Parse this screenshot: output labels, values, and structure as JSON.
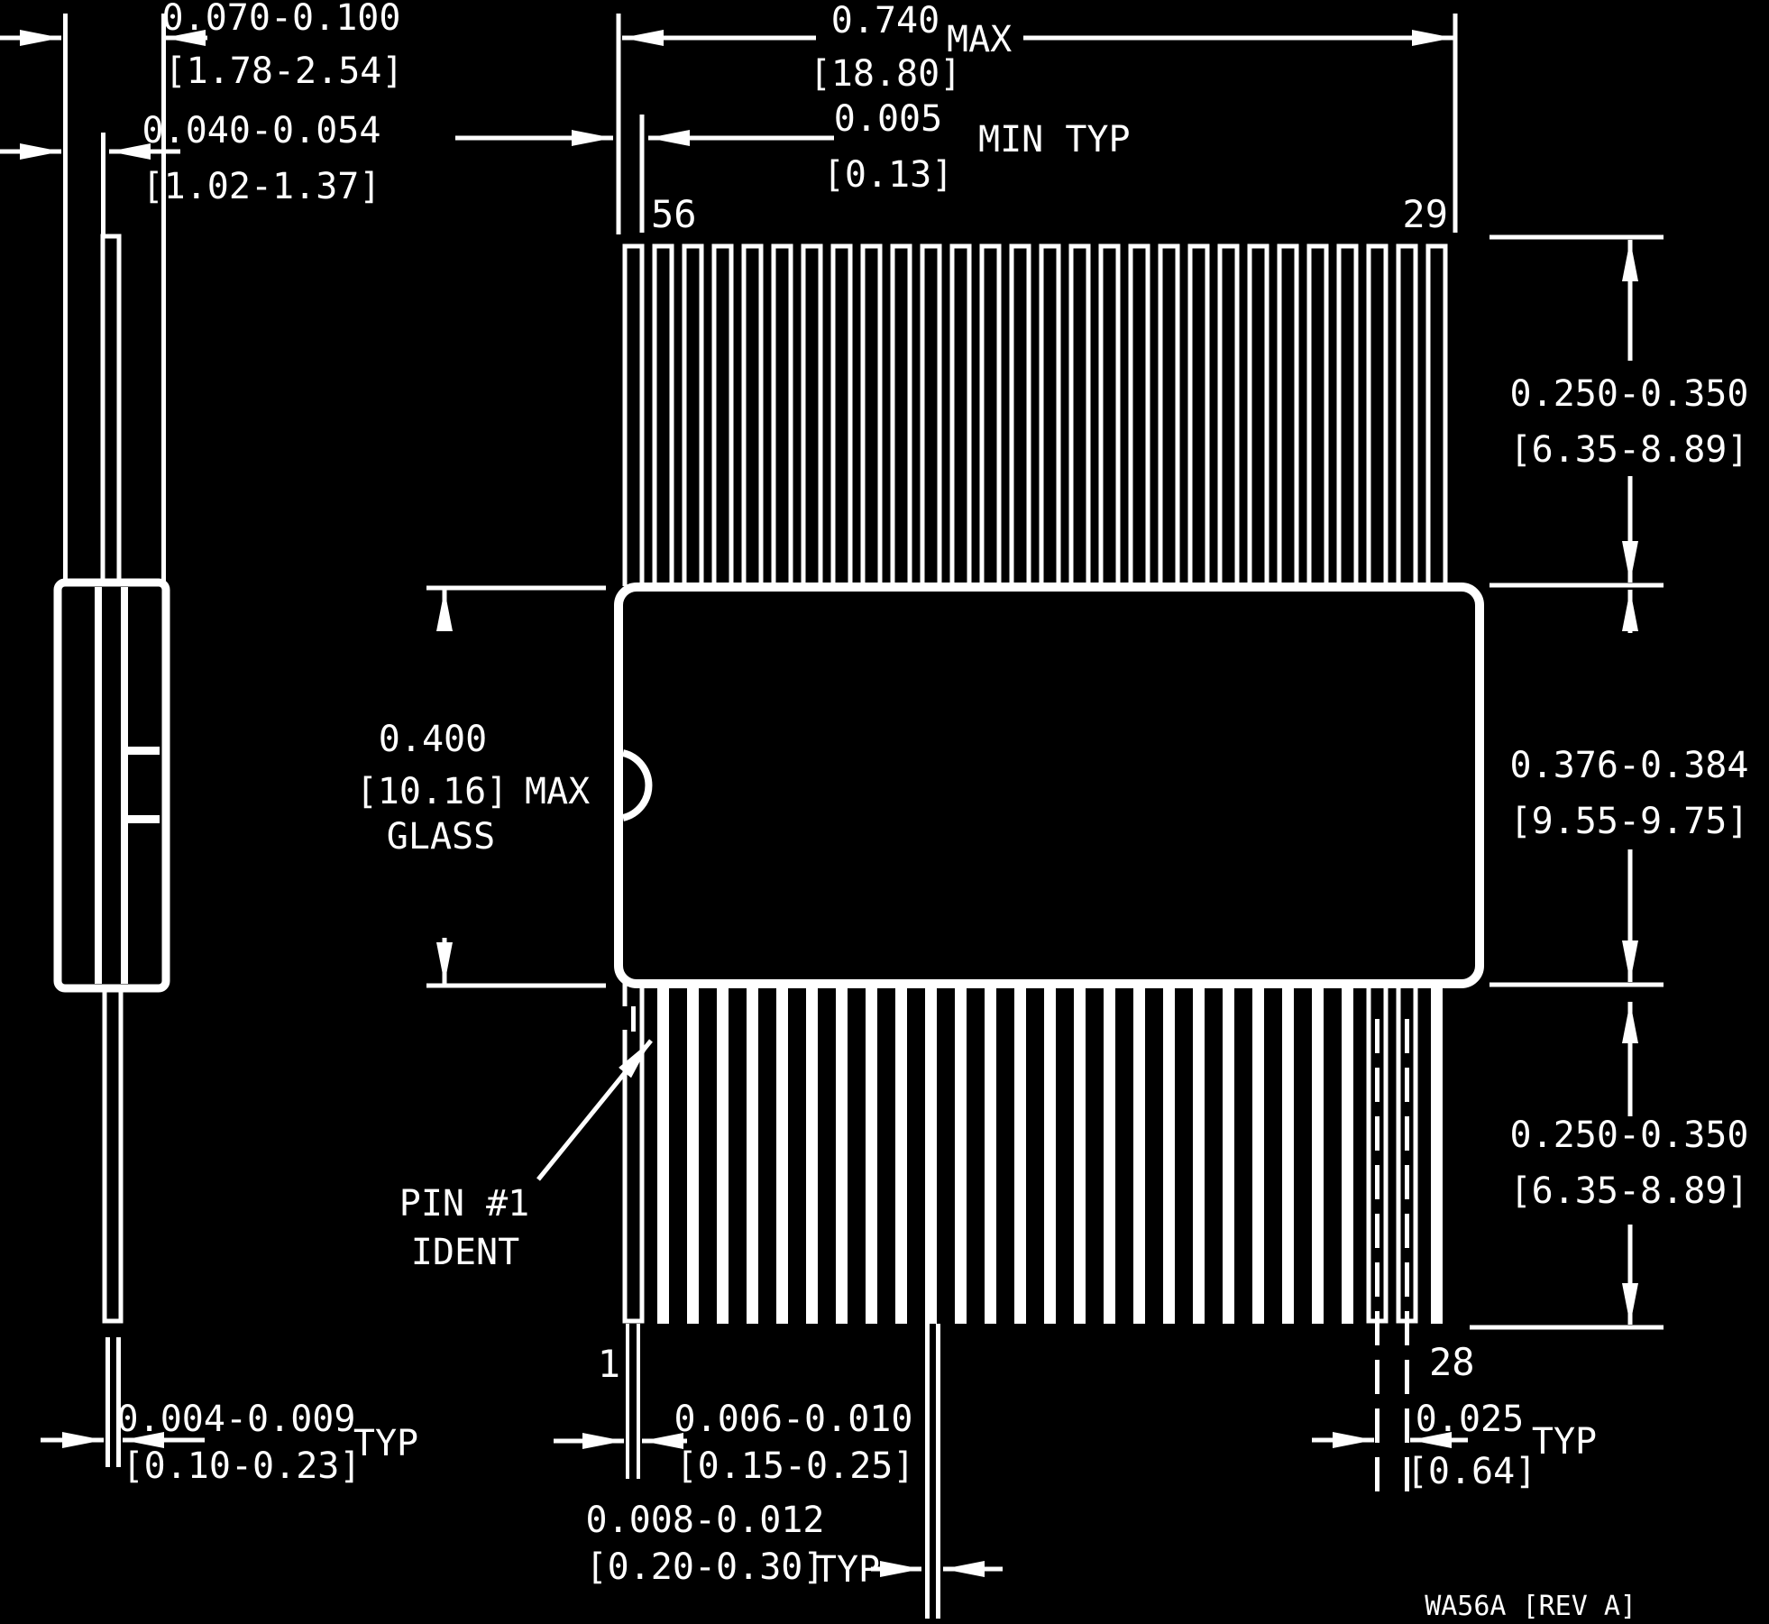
{
  "drawing": {
    "background_color": "#000000",
    "line_color": "#ffffff",
    "title_code": "WA56A [REV A]",
    "pins": {
      "top_count": 28,
      "bottom_count": 28,
      "labels": {
        "top_left": "56",
        "top_right": "29",
        "bottom_left": "1",
        "bottom_right": "28"
      }
    },
    "callouts": {
      "pin1_ident": {
        "line1": "PIN #1",
        "line2": "IDENT"
      }
    },
    "dimensions": {
      "body_thickness": {
        "primary": "0.070-0.100",
        "metric": "[1.78-2.54]"
      },
      "lead_offset": {
        "primary": "0.040-0.054",
        "metric": "[1.02-1.37]"
      },
      "overall_width": {
        "primary": "0.740",
        "metric": "[18.80]",
        "qualifier": "MAX"
      },
      "edge_gap": {
        "primary": "0.005",
        "metric": "[0.13]",
        "qualifier": "MIN TYP"
      },
      "lead_length_top": {
        "primary": "0.250-0.350",
        "metric": "[6.35-8.89]"
      },
      "body_height": {
        "primary": "0.376-0.384",
        "metric": "[9.55-9.75]"
      },
      "glass_width": {
        "primary": "0.400",
        "metric": "[10.16]",
        "qualifier": "MAX",
        "note": "GLASS"
      },
      "lead_length_bottom": {
        "primary": "0.250-0.350",
        "metric": "[6.35-8.89]"
      },
      "lead_thickness": {
        "primary": "0.004-0.009",
        "metric": "[0.10-0.23]",
        "qualifier": "TYP"
      },
      "pin1_lead_width": {
        "primary": "0.006-0.010",
        "metric": "[0.15-0.25]"
      },
      "center_lead_width": {
        "primary": "0.008-0.012",
        "metric": "[0.20-0.30]",
        "qualifier": "TYP"
      },
      "lead_pitch": {
        "primary": "0.025",
        "metric": "[0.64]",
        "qualifier": "TYP"
      }
    }
  }
}
